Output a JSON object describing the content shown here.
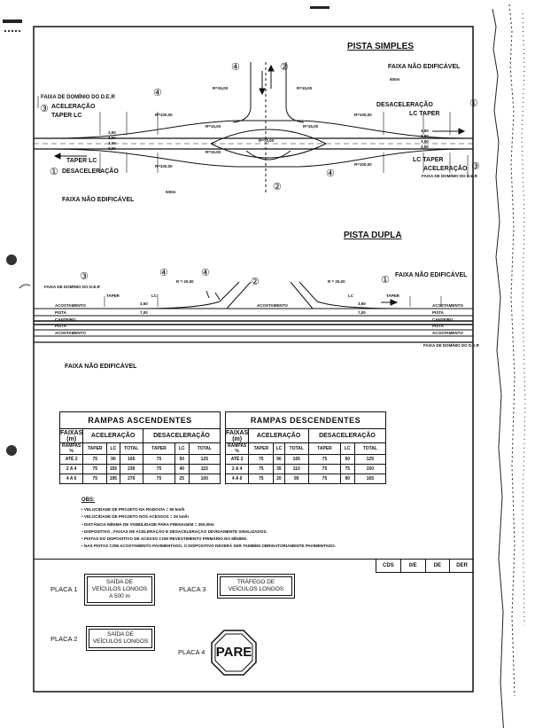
{
  "pista_simples": {
    "title": "PISTA SIMPLES",
    "faixa_nao_edificavel_1": "FAIXA NÃO EDIFICÁVEL",
    "faixa_nao_edificavel_2": "FAIXA NÃO EDIFICÁVEL",
    "faixa_dominio_1": "FAIXA DE DOMÍNIO DO D.E.R",
    "faixa_dominio_2": "FAIXA DE DOMÍNIO DO D.E.R",
    "aceleracao_left": "ACELERAÇÃO",
    "taper_lc_left": "TAPER    LC",
    "desaceleracao_right": "DESACELERAÇÃO",
    "lc_taper_right": "LC      TAPER",
    "taper_lc_left_bottom": "TAPER    LC",
    "desaceleracao_left": "DESACELERAÇÃO",
    "lc_taper_right_bottom": "LC      TAPER",
    "aceleracao_right": "ACELERAÇÃO",
    "dist_500_1": "500m",
    "dist_500_2": "500m",
    "radii": [
      "R=15,00",
      "R=15,00",
      "R=100,00",
      "R=100,00",
      "R=100,00",
      "R=100,00",
      "R=15,00",
      "R=15,00",
      "R=75,00",
      "R=15,00"
    ],
    "widths": [
      "3,50",
      "3,50",
      "3,50",
      "3,50",
      "3,50",
      "3,50",
      "3,50",
      "3,50"
    ],
    "markers": [
      "③",
      "④",
      "④",
      "②",
      "①",
      "①",
      "④",
      "②",
      "③"
    ]
  },
  "pista_dupla": {
    "title": "PISTA DUPLA",
    "faixa_nao_edificavel_1": "FAIXA NÃO EDIFICÁVEL",
    "faixa_nao_edificavel_2": "FAIXA NÃO EDIFICÁVEL",
    "faixa_dominio_1": "FAIXA DE DOMÍNIO DO D.E.R",
    "faixa_dominio_2": "FAIXA DE DOMÍNIO DO D.E.R",
    "taper_left": "TAPER",
    "lc_left": "LC",
    "lc_right": "LC",
    "taper_right": "TAPER",
    "r_left": "R = 20,00",
    "r_right": "R = 20,00",
    "w_left": "3,50",
    "w_right": "3,50",
    "w7_left": "7,00",
    "w7_right": "7,00",
    "labels_left": [
      "ACOSTAMENTO",
      "PISTA",
      "CANTEIRO",
      "PISTA",
      "ACOSTAMENTO"
    ],
    "labels_right": [
      "ACOSTAMENTO",
      "PISTA",
      "CANTEIRO",
      "PISTA",
      "ACOSTAMENTO"
    ],
    "acostamento_mid": "ACOSTAMENTO",
    "markers": [
      "③",
      "④",
      "④",
      "②",
      "①"
    ]
  },
  "faixa_nao_edificavel_bottom": "FAIXA NÃO EDIFICÁVEL",
  "rampas_ascendentes": {
    "title": "RAMPAS ASCENDENTES",
    "col_faixas": "FAIXAS (m)",
    "col_aceleracao": "ACELERAÇÃO",
    "col_desaceleracao": "DESACELERAÇÃO",
    "sub_headers": [
      "RAMPAS %",
      "TAPER",
      "LC",
      "TOTAL",
      "TAPER",
      "LC",
      "TOTAL"
    ],
    "rows": [
      [
        "ATÉ 2",
        "75",
        "90",
        "165",
        "75",
        "50",
        "125"
      ],
      [
        "2 A 4",
        "75",
        "155",
        "230",
        "75",
        "40",
        "115"
      ],
      [
        "4 A 6",
        "75",
        "195",
        "270",
        "75",
        "25",
        "100"
      ]
    ]
  },
  "rampas_descendentes": {
    "title": "RAMPAS DESCENDENTES",
    "col_faixas": "FAIXAS (m)",
    "col_aceleracao": "ACELERAÇÃO",
    "col_desaceleracao": "DESACELERAÇÃO",
    "sub_headers": [
      "RAMPAS %",
      "TAPER",
      "LC",
      "TOTAL",
      "TAPER",
      "LC",
      "TOTAL"
    ],
    "rows": [
      [
        "ATÉ 2",
        "75",
        "90",
        "165",
        "75",
        "50",
        "125"
      ],
      [
        "2 A 4",
        "75",
        "35",
        "110",
        "75",
        "75",
        "150"
      ],
      [
        "4 A 6",
        "75",
        "20",
        "95",
        "75",
        "90",
        "165"
      ]
    ]
  },
  "notes": {
    "obs": "OBS:",
    "lines": [
      "• VELOCIDADE DE PROJETO NA RODOVIA = 80 km/h",
      "• VELOCIDADE DE PROJETO NOS ACESSOS = 25 km/h",
      "• DISTÂNCIA MÍNIMA DE VISIBILIDADE PARA FRENAGEM = 350,00m",
      "• DISPOSITIVO , FAIXAS DE ACELERAÇÃO E DESACELERAÇÃO DEVIDAMENTE SINALIZADOS.",
      "• PISTAS DO DISPOSITIVO DE ACESSO COM REVESTIMENTO PRIMÁRIO NO MÍNIMO.",
      "• NAS PISTAS COM ACOSTAMENTO PAVIMENTADO, O DISPOSITIVO DEVERÁ SER TAMBÉM OBRIGATORIAMENTE PAVIMENTADO."
    ]
  },
  "title_block": {
    "cds": "CDS",
    "sheet": "0/E",
    "de": "DE",
    "der": "DER"
  },
  "placas": {
    "p1_label": "PLACA 1",
    "p1_text": [
      "SAÍDA DE",
      "VEÍCULOS LONGOS",
      "A 500 m"
    ],
    "p2_label": "PLACA 2",
    "p2_text": [
      "SAÍDA DE",
      "VEÍCULOS LONGOS"
    ],
    "p3_label": "PLACA 3",
    "p3_text": [
      "TRÁFEGO DE",
      "VEÍCULOS LONGOS"
    ],
    "p4_label": "PLACA 4",
    "p4_text": "PARE"
  }
}
